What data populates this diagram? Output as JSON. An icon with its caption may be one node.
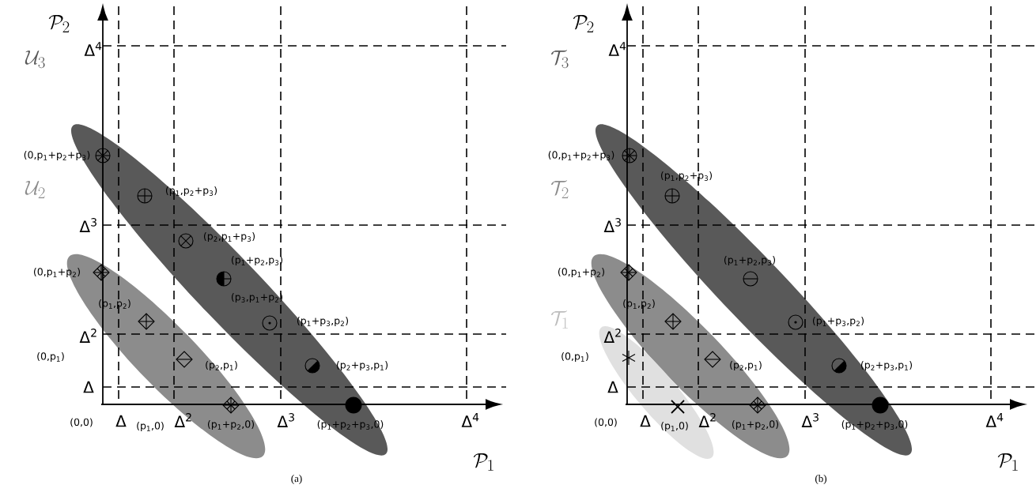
{
  "diagram": {
    "nodes": [
      {
        "text": [],
        "shape": "ellipse"
      },
      {
        "text": [],
        "shape": "ellipse"
      },
      {
        "text": [],
        "shape": "ellipse"
      },
      {
        "text": [],
        "shape": "ellipse"
      },
      {
        "text": [],
        "shape": "ellipse"
      }
    ],
    "labels": [
      "\\mathcal{P}_{2}",
      "Δ$^{4}$",
      "(0,p$_{1}$+p$_{2}$+p$_{3}$)",
      "(p$_{1}$,p$_{2}$+p$_{3}$)",
      "Δ$^{3}$",
      "(p$_{2}$,p$_{1}$+p$_{3}$)",
      "(p$_{1}$+p$_{2}$,p$_{3}$)",
      "(0,p$_{1}$+p$_{2}$)",
      "(p$_{3}$,p$_{1}$+p$_{2}$)",
      "(p$_{1}$,p$_{2}$)",
      "(p$_{1}$+p$_{3}$,p$_{2}$)",
      "Δ$^{2}$",
      "(0,p$_{1}$)",
      "(p$_{2}$,p$_{1}$)",
      "(p$_{2}$+p$_{3}$,p$_{1}$)",
      "Δ",
      "(0,0)",
      "Δ",
      "(p$_{1}$,0)",
      "Δ$^{2}$",
      "(p$_{1}$+p$_{2}$,0)",
      "Δ$^{3}$",
      "(p$_{1}$+p$_{2}$+p$_{3}$,0)",
      "Δ$^{4}$",
      "\\mathcal{P}_{1}",
      "(a)",
      "\\mathcal{P}_{2}",
      "Δ$^{4}$",
      "(0,p$_{1}$+p$_{2}$+p$_{3}$)",
      "(p$_{1}$,p$_{2}$+p$_{3}$)",
      "Δ$^{3}$",
      "(p$_{1}$+p$_{2}$,p$_{3}$)",
      "(0,p$_{1}$+p$_{2}$)",
      "(p$_{1}$,p$_{2}$)",
      "(p$_{1}$+p$_{3}$,p$_{2}$)",
      "Δ$^{2}$",
      "(0,p$_{1}$)",
      "(p$_{2}$,p$_{1}$)",
      "(p$_{2}$+p$_{3}$,p$_{1}$)",
      "Δ",
      "(0,0)",
      "Δ",
      "(p$_{1}$,0)",
      "Δ$^{2}$",
      "(p$_{1}$+p$_{2}$,0)",
      "Δ$^{3}$",
      "(p$_{1}$+p$_{2}$+p$_{3}$,0)",
      "Δ$^{4}$",
      "\\mathcal{P}_{1}",
      "(b)",
      "\\mathcal{U}_{3}",
      "\\mathcal{U}_{2}",
      "\\mathcal{T}_{3}",
      "\\mathcal{T}_{2}",
      "\\mathcal{T}_{1}"
    ]
  }
}
